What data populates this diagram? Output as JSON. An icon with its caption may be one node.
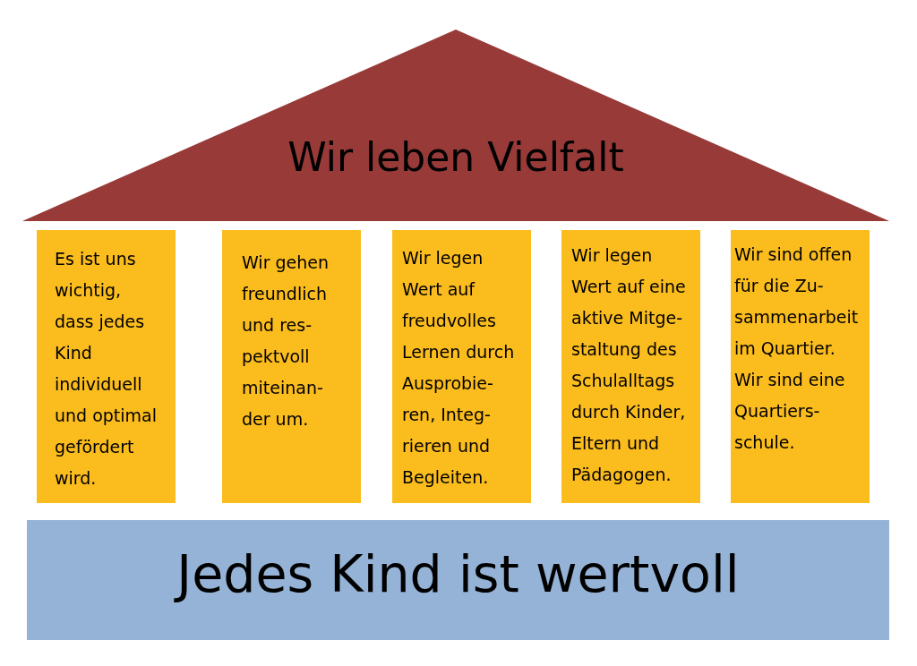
{
  "diagram": {
    "nodes": [
      {
        "text": [
          "Wir leben Vielfalt"
        ]
      },
      {
        "text": [
          "Es ist uns wichtig, dass jedes Kind individuell und optimal gefördert wird."
        ]
      },
      {
        "text": [
          "Wir gehen freundlich und res- pektvoll miteinan- der um."
        ]
      },
      {
        "text": [
          "Wir legen Wert auf freudvolles Lernen durch Ausprobie- ren, Integ- rieren und Begleiten."
        ]
      },
      {
        "text": [
          "Wir legen Wert auf eine aktive Mitge- staltung des Schulalltags durch Kinder, Eltern und Pädagogen."
        ]
      },
      {
        "text": [
          "Wir sind offen für die Zu- sammenarbeit im Quartier. Wir sind eine Quartiers- schule."
        ]
      },
      {
        "text": [
          "Jedes Kind ist wertvoll"
        ]
      }
    ]
  }
}
